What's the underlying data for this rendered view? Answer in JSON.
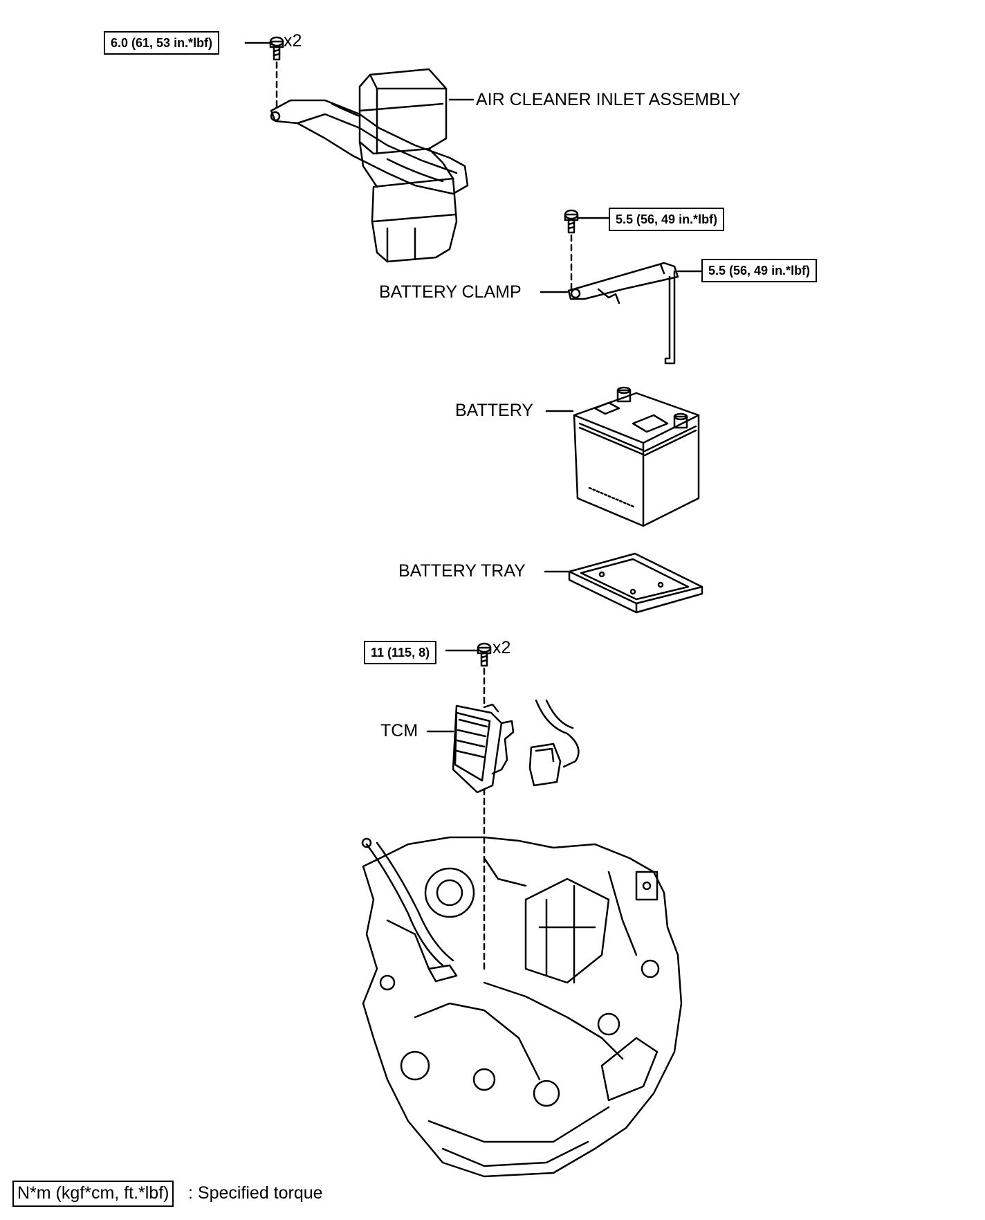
{
  "torques": {
    "air_cleaner_bolt": "6.0 (61, 53 in.*lbf)",
    "battery_clamp_bolt": "5.5 (56, 49 in.*lbf)",
    "battery_clamp_hook": "5.5 (56, 49 in.*lbf)",
    "tcm_bolt": "11 (115, 8)"
  },
  "quantities": {
    "air_cleaner_bolt": "x2",
    "tcm_bolt": "x2"
  },
  "labels": {
    "air_cleaner": "AIR CLEANER INLET ASSEMBLY",
    "battery_clamp": "BATTERY CLAMP",
    "battery": "BATTERY",
    "battery_tray": "BATTERY TRAY",
    "tcm": "TCM"
  },
  "legend": {
    "unit_box": "N*m (kgf*cm, ft.*lbf)",
    "text": ": Specified torque"
  }
}
